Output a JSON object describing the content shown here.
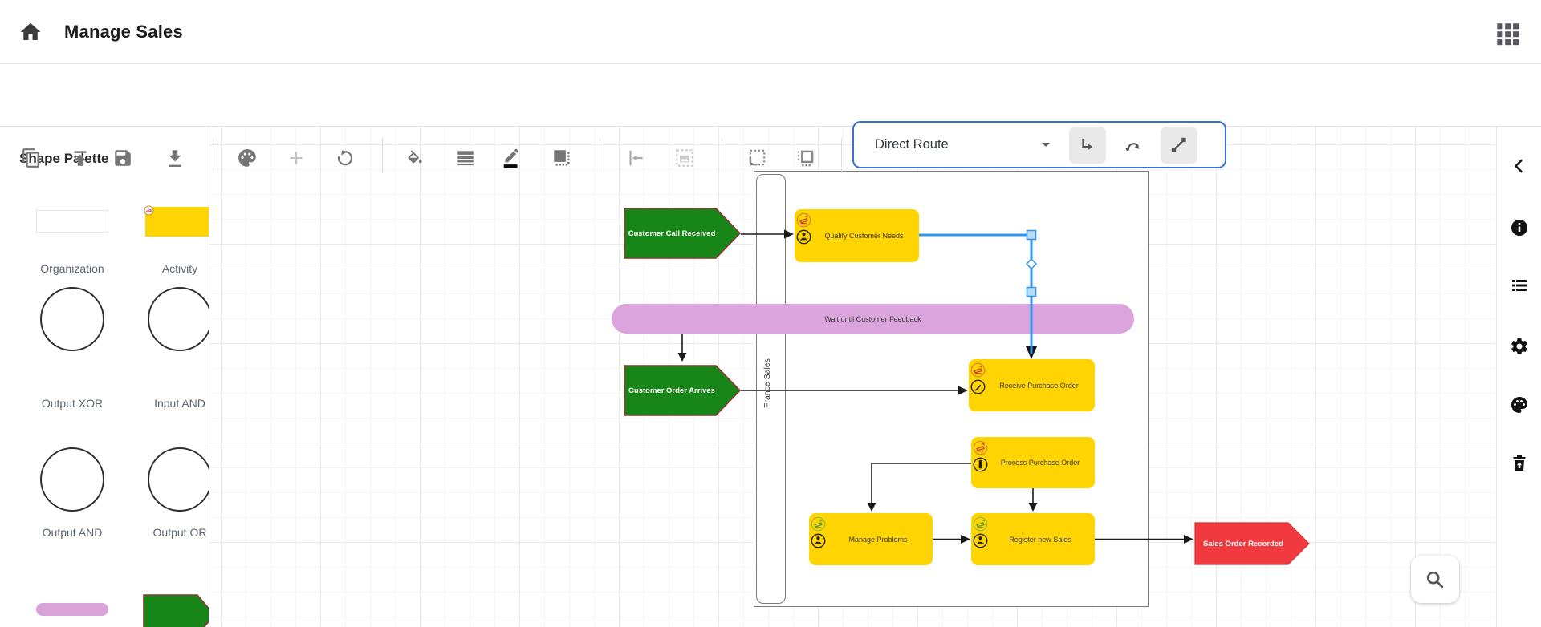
{
  "header": {
    "title": "Manage Sales"
  },
  "toolbar": {
    "route_value": "Direct Route",
    "icons": [
      "copy",
      "upload",
      "save",
      "download",
      "color-palette",
      "add",
      "undo",
      "fill-color",
      "line-style",
      "border-color",
      "shadow",
      "align-left",
      "insert-image",
      "snap-region",
      "page-outline"
    ],
    "connector_buttons": [
      "orthogonal-connector",
      "curved-connector",
      "straight-connector"
    ]
  },
  "palette": {
    "title": "Shape Palette",
    "items": [
      {
        "label": "Organization",
        "shape": "rect-white"
      },
      {
        "label": "Activity",
        "shape": "rect-yellow"
      },
      {
        "label": "Output XOR",
        "shape": "circle"
      },
      {
        "label": "Input AND",
        "shape": "circle"
      },
      {
        "label": "Output AND",
        "shape": "circle"
      },
      {
        "label": "Output OR",
        "shape": "circle"
      },
      {
        "label": "",
        "shape": "stadium-pink"
      },
      {
        "label": "",
        "shape": "arrow-green"
      }
    ]
  },
  "canvas": {
    "lane_label": "France Sales",
    "nodes": {
      "event_call": "Customer Call Received",
      "event_order": "Customer Order Arrives",
      "event_recorded": "Sales Order Recorded",
      "act_qualify": "Qualify Customer Needs",
      "act_receive": "Receive Purchase Order",
      "act_process": "Process Purchase Order",
      "act_manage": "Manage Problems",
      "act_register": "Register new Sales",
      "wait_bar": "Wait until Customer Feedback"
    },
    "selected_connector": {
      "from": "Qualify Customer Needs",
      "to": "Receive Purchase Order"
    }
  },
  "sidebar_right": {
    "icons": [
      "collapse-chevron",
      "info",
      "list",
      "settings",
      "theme-palette",
      "trash"
    ]
  },
  "zoom_button": {
    "icon": "search"
  },
  "colors": {
    "accent_blue": "#3b6fd4",
    "connector_blue": "#2e96ee",
    "activity_yellow": "#ffd400",
    "event_green": "#178517",
    "event_green_border": "#8e3434",
    "event_red": "#f13a3f",
    "wait_pink": "#dba4dc",
    "icon_gray": "#757575"
  }
}
